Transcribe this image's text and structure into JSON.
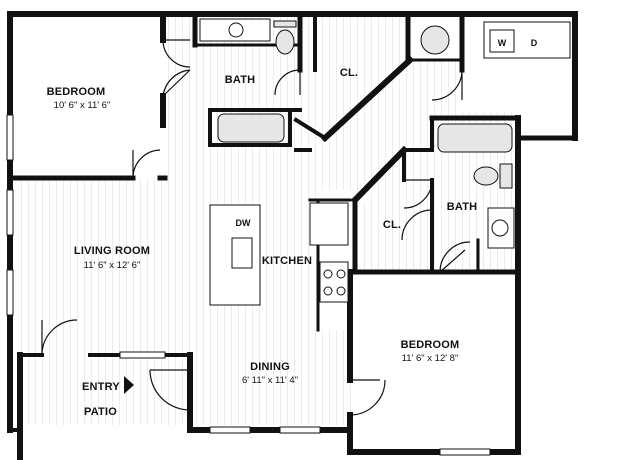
{
  "rooms": {
    "bedroom_1": {
      "name": "BEDROOM",
      "size": "10' 6\" x 11' 6\""
    },
    "bath_1": {
      "name": "BATH"
    },
    "closet_1": {
      "name": "CL."
    },
    "living_room": {
      "name": "LIVING ROOM",
      "size": "11' 6\" x 12' 6\""
    },
    "kitchen": {
      "name": "KITCHEN"
    },
    "dining": {
      "name": "DINING",
      "size": "6' 11\" x 11' 4\""
    },
    "closet_2": {
      "name": "CL."
    },
    "bath_2": {
      "name": "BATH"
    },
    "bedroom_2": {
      "name": "BEDROOM",
      "size": "11' 6\" x 12' 8\""
    }
  },
  "appliances": {
    "dishwasher": "DW",
    "washer": "W",
    "dryer": "D"
  },
  "labels": {
    "entry": "ENTRY",
    "patio": "PATIO"
  },
  "colors": {
    "wall": "#111111",
    "floor_hatch": "#d9d9d9",
    "fixture_fill": "#e6e6e6",
    "background": "#ffffff"
  }
}
